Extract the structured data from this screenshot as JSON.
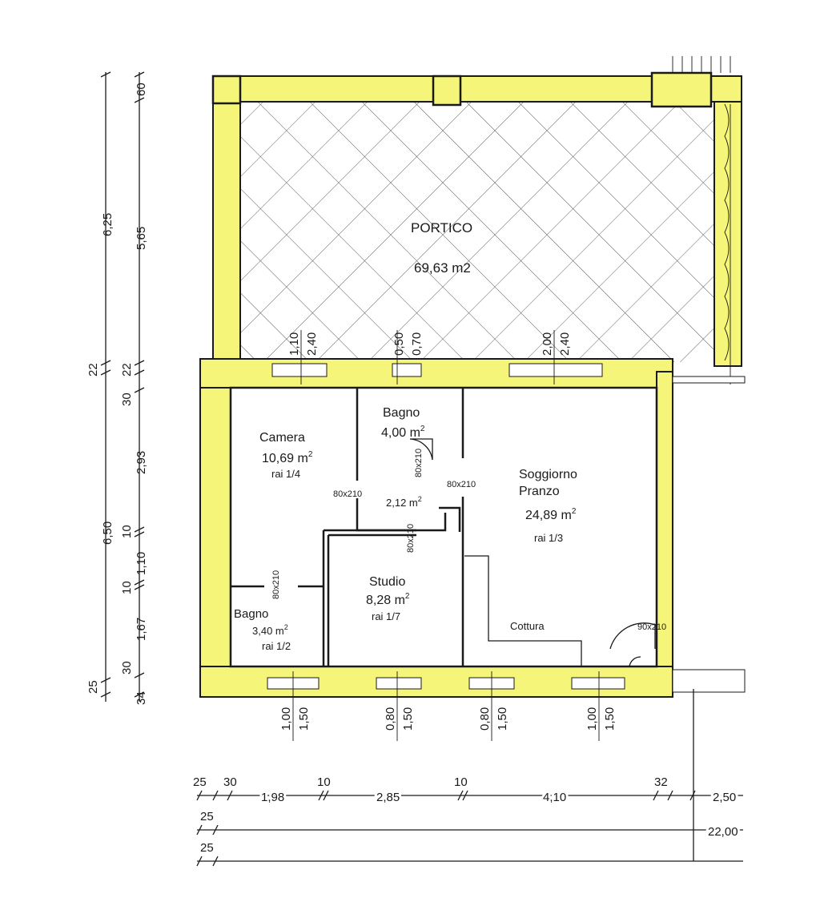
{
  "rooms": {
    "portico": {
      "name": "PORTICO",
      "area": "69,63 m2"
    },
    "camera": {
      "name": "Camera",
      "area": "10,69 m",
      "sup": "2",
      "rai": "rai 1/4"
    },
    "bagno_top": {
      "name": "Bagno",
      "area": "4,00 m",
      "sup": "2"
    },
    "disimpegno": {
      "area": "2,12 m",
      "sup": "2"
    },
    "soggiorno": {
      "name1": "Soggiorno",
      "name2": "Pranzo",
      "area": "24,89 m",
      "sup": "2",
      "rai": "rai 1/3"
    },
    "studio": {
      "name": "Studio",
      "area": "8,28 m",
      "sup": "2",
      "rai": "rai 1/7"
    },
    "bagno_bottom": {
      "name": "Bagno",
      "area": "3,40 m",
      "sup": "2",
      "rai": "rai 1/2"
    },
    "cottura": {
      "name": "Cottura"
    }
  },
  "doors": {
    "d1": "80x210",
    "d2": "80x210",
    "d3": "80x210",
    "d4": "80x210",
    "d5": "80x210",
    "d6": "90x210"
  },
  "left_dims": {
    "outer": [
      "6,25",
      "22",
      "6,50",
      "25"
    ],
    "inner": [
      "60",
      "5,65",
      "22",
      "30",
      "2,93",
      "10",
      "1,10",
      "10",
      "1,67",
      "30",
      "34"
    ]
  },
  "window_dims": {
    "top": [
      [
        "1,10",
        "2,40"
      ],
      [
        "0,50",
        "0,70"
      ],
      [
        "2,00",
        "2,40"
      ]
    ],
    "bottom": [
      [
        "1,00",
        "1,50"
      ],
      [
        "0,80",
        "1,50"
      ],
      [
        "0,80",
        "1,50"
      ],
      [
        "1,00",
        "1,50"
      ]
    ]
  },
  "bottom_dims": {
    "row1_top": [
      "25",
      "30",
      "10",
      "10",
      "32"
    ],
    "row1_mid": [
      "1,98",
      "2,85",
      "4,10",
      "2,50"
    ],
    "row2": [
      "25",
      "22,00"
    ],
    "row3": [
      "25"
    ]
  }
}
